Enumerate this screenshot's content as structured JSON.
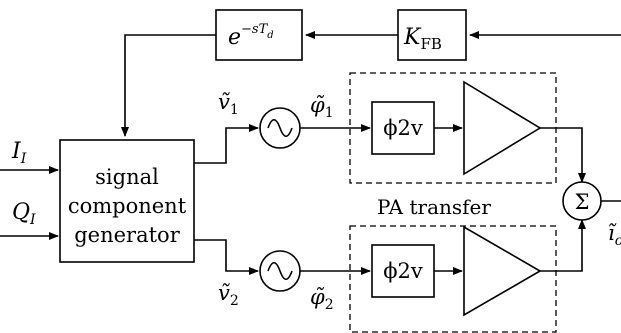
{
  "diagram": {
    "delay_block": {
      "base": "e",
      "exponent": "−sT",
      "sub": "d"
    },
    "feedback_gain": {
      "symbol": "K",
      "sub": "FB"
    },
    "input_i": {
      "symbol": "I",
      "sub": "I"
    },
    "input_q": {
      "symbol": "Q",
      "sub": "I"
    },
    "scg_label": [
      "signal",
      "component",
      "generator"
    ],
    "v1": {
      "symbol": "ṽ",
      "sub": "1"
    },
    "v2": {
      "symbol": "ṽ",
      "sub": "2"
    },
    "phi1": {
      "symbol": "φ̃",
      "sub": "1"
    },
    "phi2": {
      "symbol": "φ̃",
      "sub": "2"
    },
    "phase_to_voltage": "ϕ2v",
    "pa_transfer_label": "PA transfer",
    "summation_symbol": "Σ",
    "output": {
      "symbol": "ĩ",
      "sub": "o"
    }
  }
}
